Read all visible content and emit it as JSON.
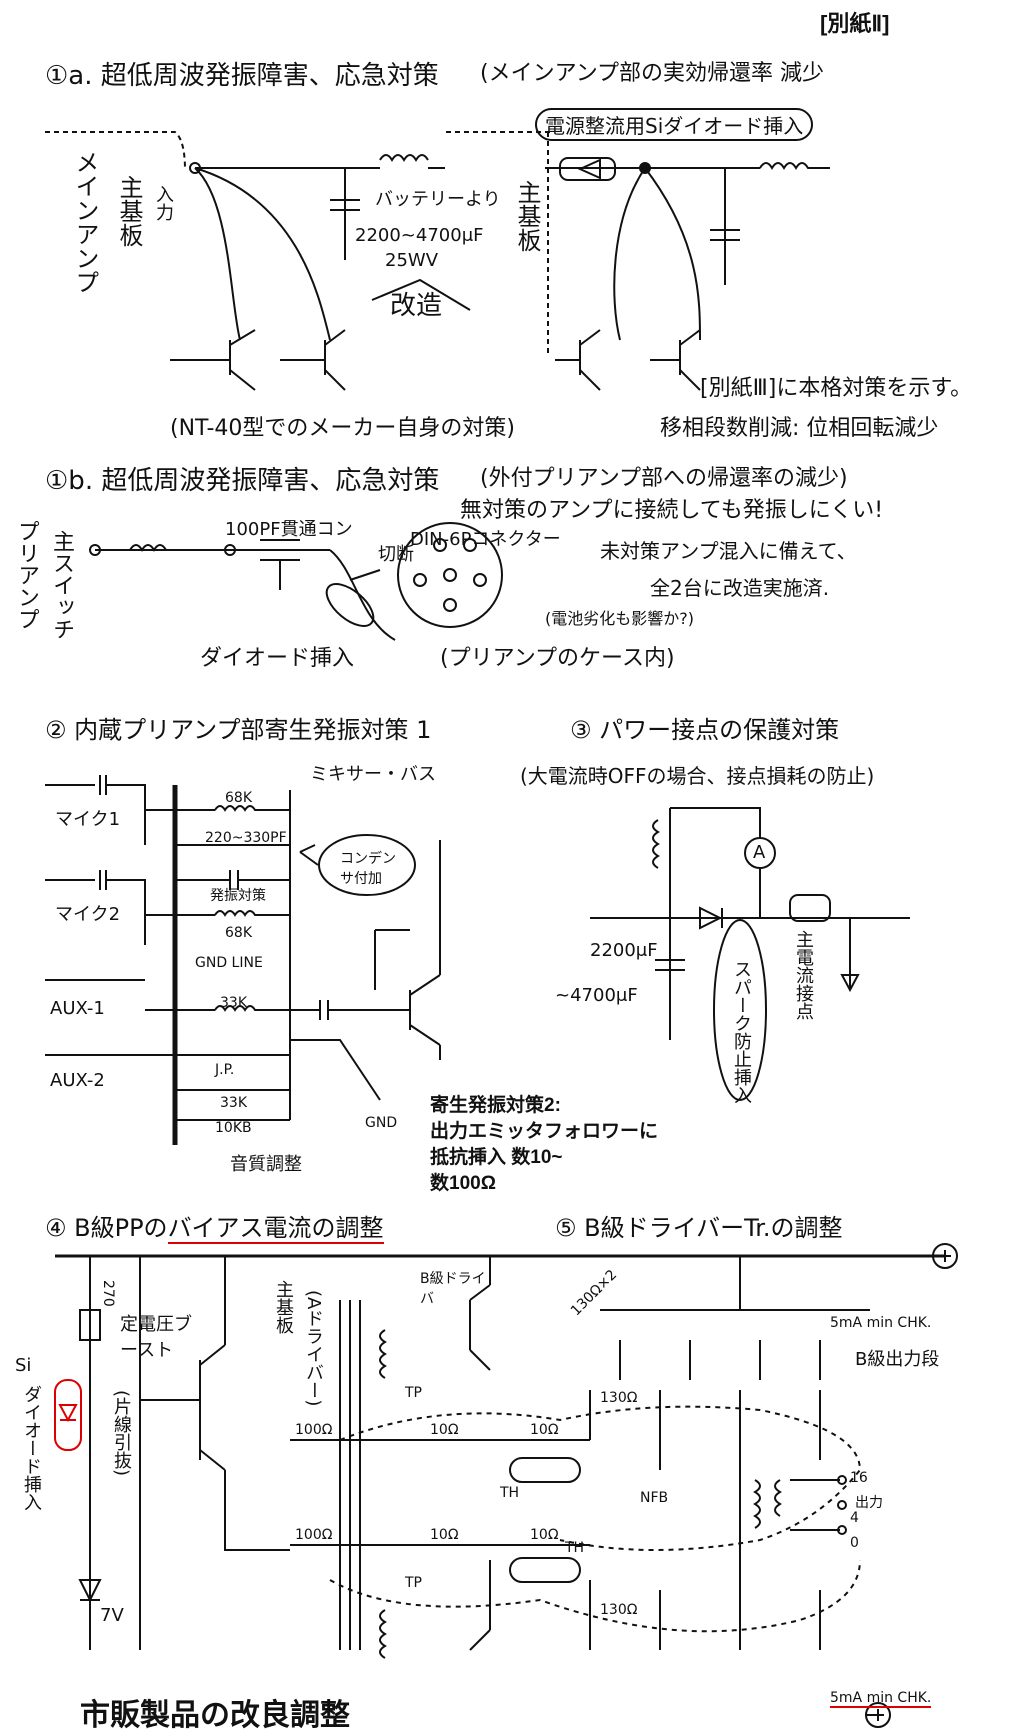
{
  "header": {
    "tag": "[別紙Ⅱ]"
  },
  "section_1a": {
    "title": "①a. 超低周波発振障害、応急対策",
    "note": "(メインアンプ部の実効帰還率 減少",
    "left_side": "メインアンプ",
    "board": "主基板",
    "input": "入力",
    "battery": "バッテリーより",
    "cap": "2200~4700μF",
    "voltage": "25WV",
    "modify": "改造",
    "diode_label": "電源整流用Siダイオード挿入",
    "board2": "主基板",
    "maker_note": "(NT-40型でのメーカー自身の対策)",
    "ref": "[別紙Ⅲ]に本格対策を示す。",
    "phase": "移相段数削減: 位相回転減少"
  },
  "section_1b": {
    "title": "①b. 超低周波発振障害、応急対策",
    "note": "(外付プリアンプ部への帰還率の減少)",
    "note2": "無対策のアンプに接続しても発振しにくい!",
    "left": "プリアンプ",
    "switch": "主スイッチ",
    "feedthrough": "100PF貫通コン",
    "din": "DIN-6Pコネクター",
    "cut": "切断",
    "diode": "ダイオード挿入",
    "case": "(プリアンプのケース内)",
    "prep": "未対策アンプ混入に備えて、",
    "done": "全2台に改造実施済.",
    "battery": "(電池劣化も影響か?)"
  },
  "section_2": {
    "title": "② 内蔵プリアンプ部寄生発振対策 1",
    "mixer": "ミキサー・バス",
    "mic1": "マイク1",
    "mic2": "マイク2",
    "aux1": "AUX-1",
    "aux2": "AUX-2",
    "r1": "68K",
    "c1": "220~330PF",
    "osc": "発振対策",
    "r2": "68K",
    "gnd": "GND LINE",
    "r3": "33K",
    "jp": "J.P.",
    "r4": "33K",
    "r5": "10KB",
    "tone": "音質調整",
    "cap_add": "コンデンサ付加",
    "gnd2": "GND",
    "par1": "寄生発振対策2:",
    "par2": "出力エミッタフォロワーに",
    "par3": "抵抗挿入 数10~",
    "par4": "数100Ω"
  },
  "section_3": {
    "title": "③ パワー接点の保護対策",
    "note": "(大電流時OFFの場合、接点損耗の防止)",
    "cap": "2200μF",
    "cap2": "~4700μF",
    "meter": "A",
    "contact": "主電流接点",
    "spark": "スパーク防止挿入"
  },
  "section_4": {
    "title_prefix": "④ B級PPの",
    "title_ul": "バイアス電流の調整",
    "si": "Si",
    "diode": "ダイオード挿入",
    "r270": "270",
    "boost": "定電圧ブースト",
    "lead": "(片線引抜)",
    "zener": "7V",
    "board": "主基板",
    "adriver": "(Aドライバー)",
    "tp1": "TP",
    "tp2": "TP",
    "r100a": "100Ω",
    "r100b": "100Ω",
    "r10a": "10Ω",
    "r10b": "10Ω",
    "r10c": "10Ω",
    "r10d": "10Ω",
    "th1": "TH",
    "th2": "TH"
  },
  "section_5": {
    "title": "⑤ B級ドライバーTr.の調整",
    "bdriver": "B級ドライバ",
    "r_pair": "130Ω×2",
    "r130a": "130Ω",
    "r130b": "130Ω",
    "chk1": "5mA min CHK.",
    "output_stage": "B級出力段",
    "nfb": "NFB",
    "out": "出力",
    "t16": "16",
    "t4": "4",
    "t0": "0",
    "chk2": "5mA min CHK."
  },
  "footer": {
    "title": "市販製品の改良調整"
  }
}
